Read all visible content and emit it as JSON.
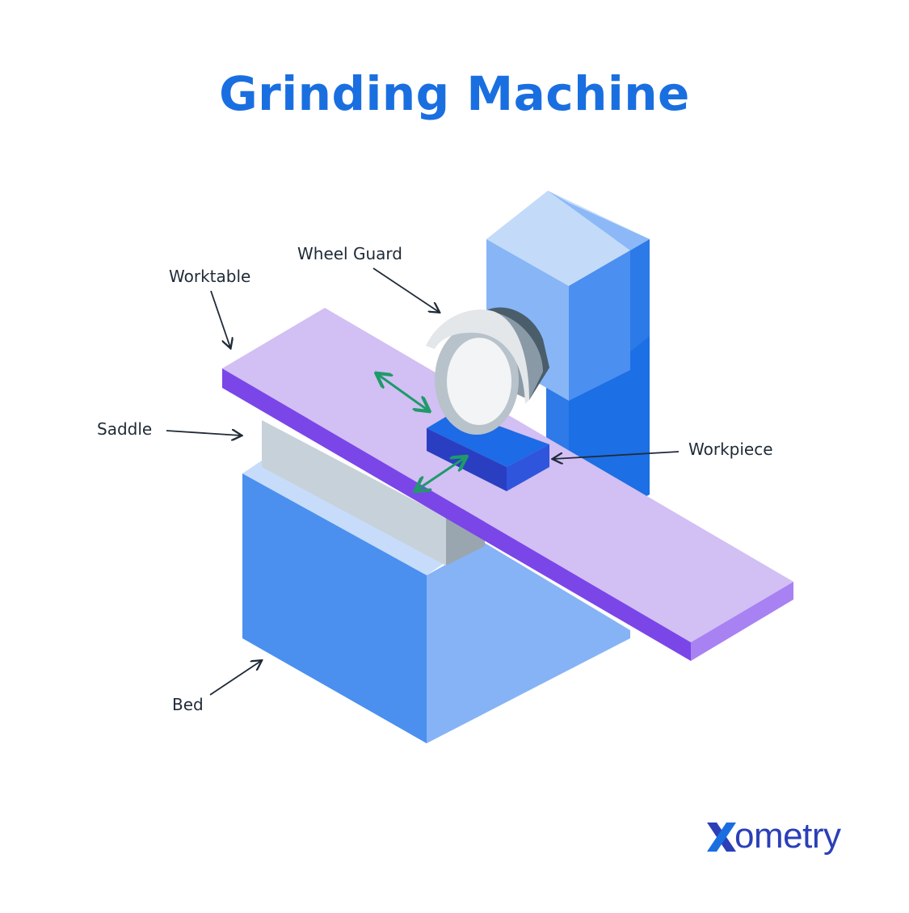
{
  "title": "Grinding Machine",
  "labels": {
    "wheel_guard": "Wheel Guard",
    "worktable": "Worktable",
    "saddle": "Saddle",
    "workpiece": "Workpiece",
    "bed": "Bed"
  },
  "brand": {
    "name": "ometry",
    "logo_text": "Xometry"
  },
  "colors": {
    "title": "#1a6fe0",
    "brand": "#2a3fb8",
    "worktable_top": "#d2bff4",
    "worktable_side": "#7b46e8",
    "bed_front": "#4d92ef",
    "bed_side": "#86b4f6",
    "arrow_green": "#1f9a6a"
  }
}
